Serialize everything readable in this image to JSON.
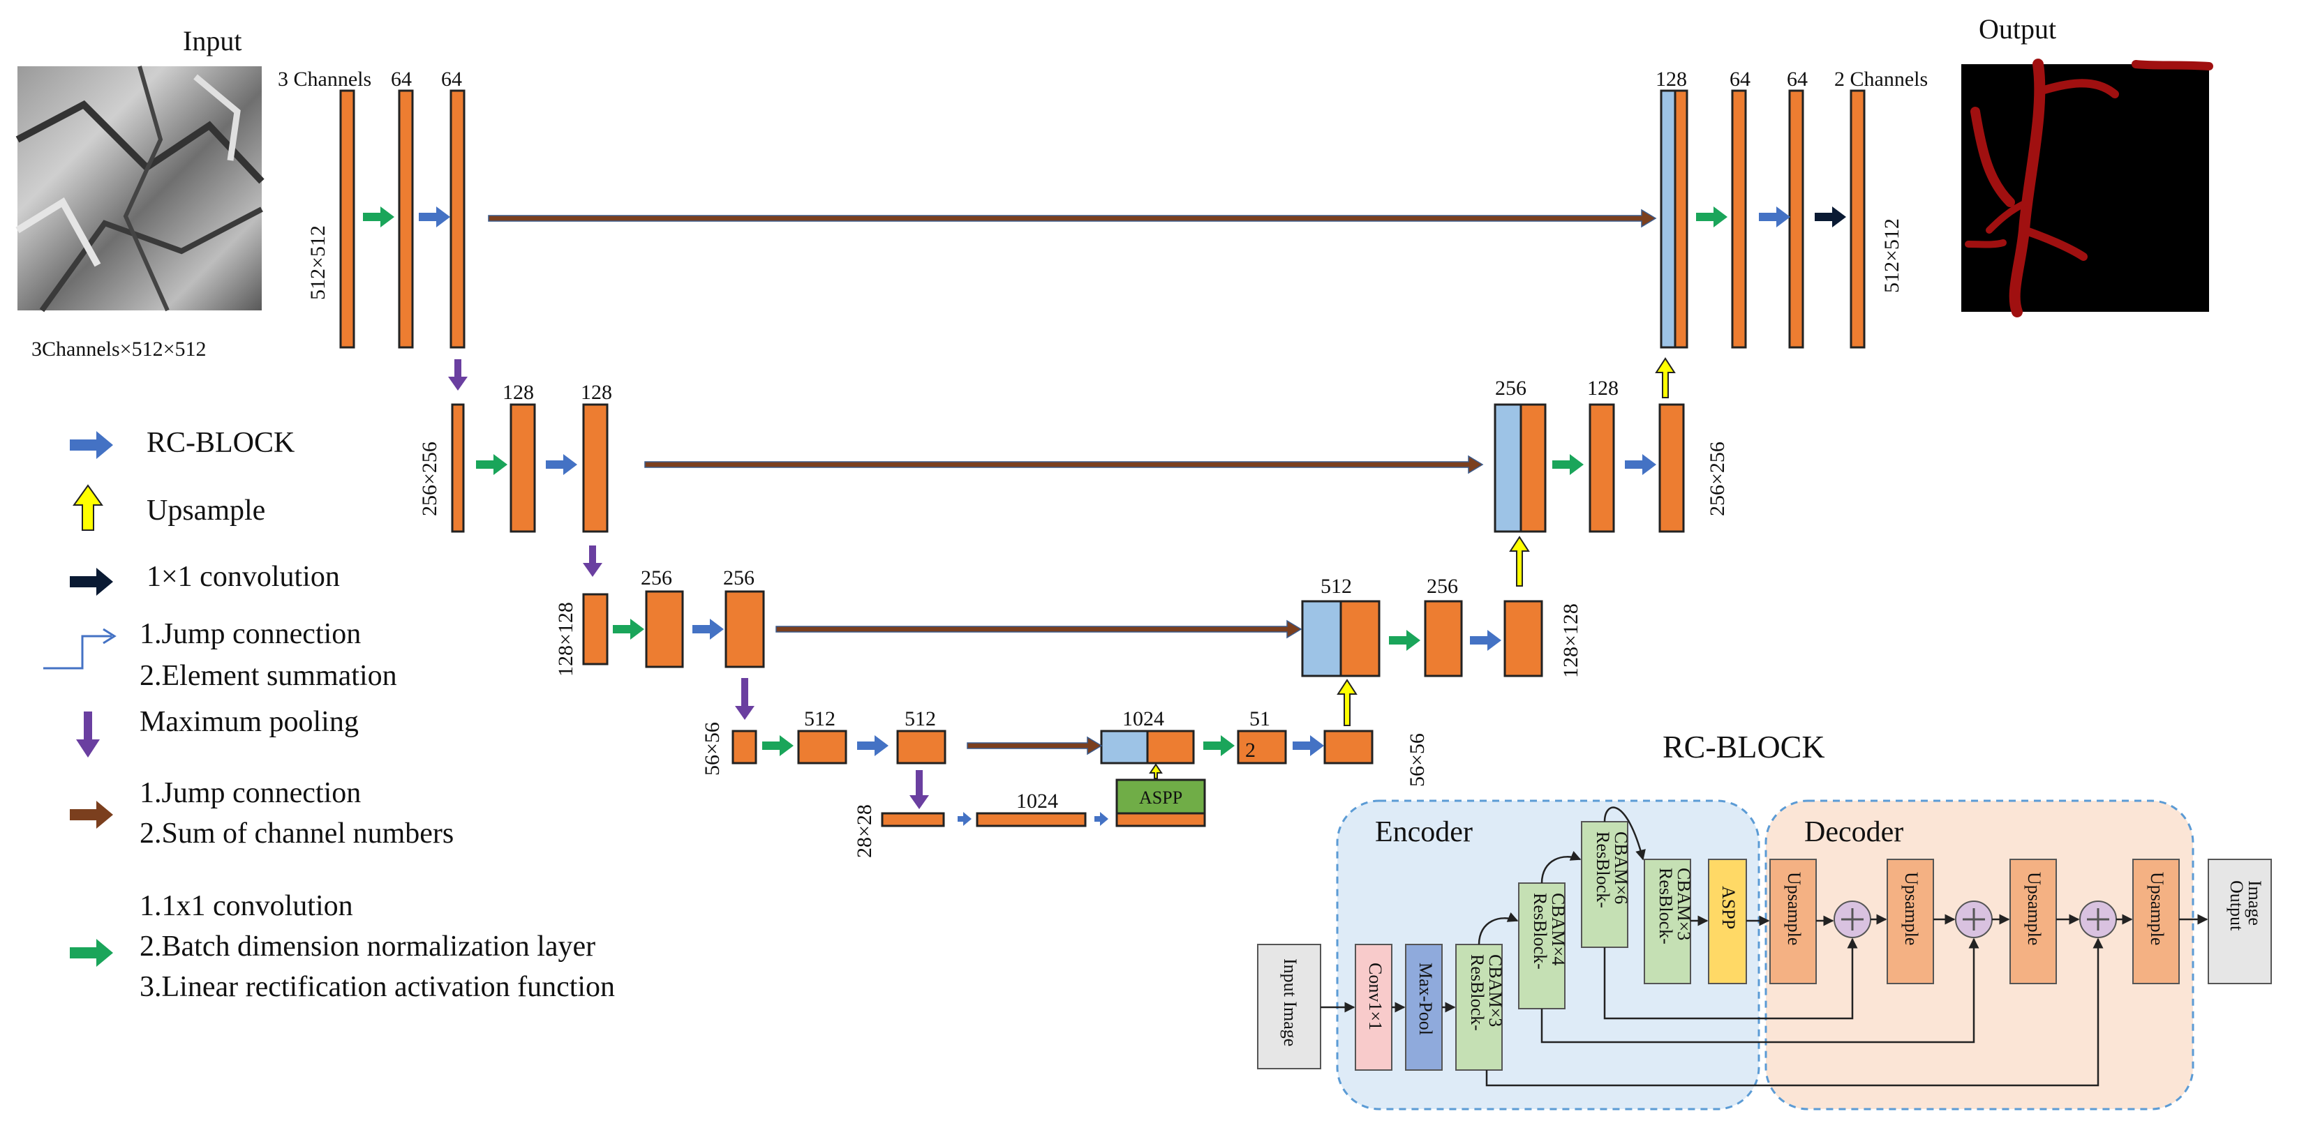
{
  "images": {
    "input_title": "Input",
    "input_caption": "3Channels×512×512",
    "output_title": "Output"
  },
  "unet": {
    "level1": {
      "size": "512×512",
      "enc_channels": [
        "3 Channels",
        "64",
        "64"
      ],
      "dec_channels": [
        "128",
        "64",
        "64",
        "2 Channels"
      ],
      "dec_size": "512×512"
    },
    "level2": {
      "size": "256×256",
      "enc_channels": [
        "128",
        "128"
      ],
      "dec_channels": [
        "256",
        "128"
      ],
      "dec_size": "256×256"
    },
    "level3": {
      "size": "128×128",
      "enc_channels": [
        "256",
        "256"
      ],
      "dec_channels": [
        "512",
        "256"
      ],
      "dec_size": "128×128"
    },
    "level4": {
      "size": "56×56",
      "enc_channels": [
        "512",
        "512"
      ],
      "dec_channels": [
        "1024",
        "51",
        "2"
      ],
      "dec_size": "56×56"
    },
    "bottleneck": {
      "size": "28×28",
      "channels": "1024",
      "aspp_label": "ASPP"
    }
  },
  "legend": [
    {
      "icon": "blue-arrow-icon",
      "lines": [
        "RC-BLOCK"
      ]
    },
    {
      "icon": "yellow-up-arrow-icon",
      "lines": [
        "Upsample"
      ]
    },
    {
      "icon": "black-arrow-icon",
      "lines": [
        "1×1 convolution"
      ]
    },
    {
      "icon": "jump-connection-icon",
      "lines": [
        "1.Jump connection",
        "2.Element summation"
      ]
    },
    {
      "icon": "purple-down-arrow-icon",
      "lines": [
        "Maximum pooling"
      ]
    },
    {
      "icon": "brown-arrow-icon",
      "lines": [
        "1.Jump connection",
        "2.Sum of channel numbers"
      ]
    },
    {
      "icon": "green-arrow-icon",
      "lines": [
        "1.1x1 convolution",
        "2.Batch dimension normalization layer",
        "3.Linear rectification activation function"
      ]
    }
  ],
  "rc_block": {
    "title": "RC-BLOCK",
    "encoder_label": "Encoder",
    "decoder_label": "Decoder",
    "input": "Input Image",
    "conv": "Conv1×1",
    "maxpool": "Max-Pool",
    "res1": [
      "ResBlock-",
      "CBAM×3"
    ],
    "res2": [
      "ResBlock-",
      "CBAM×4"
    ],
    "res3": [
      "ResBlock-",
      "CBAM×6"
    ],
    "res4": [
      "ResBlock-",
      "CBAM×3"
    ],
    "aspp": "ASPP",
    "upsample": "Upsample",
    "output": [
      "Output",
      "Image"
    ]
  },
  "colors": {
    "orange": "#ED7D31",
    "light_blue": "#9DC3E6",
    "block_blue_arrow": "#4472C4",
    "green_arrow": "#1AA55A",
    "purple": "#6A3FA0",
    "brown": "#7B3F1E",
    "yellow": "#FFFF00",
    "aspp_green": "#70AD47",
    "encoder_bg": "#DEEBF7",
    "decoder_bg": "#FBE5D6"
  }
}
